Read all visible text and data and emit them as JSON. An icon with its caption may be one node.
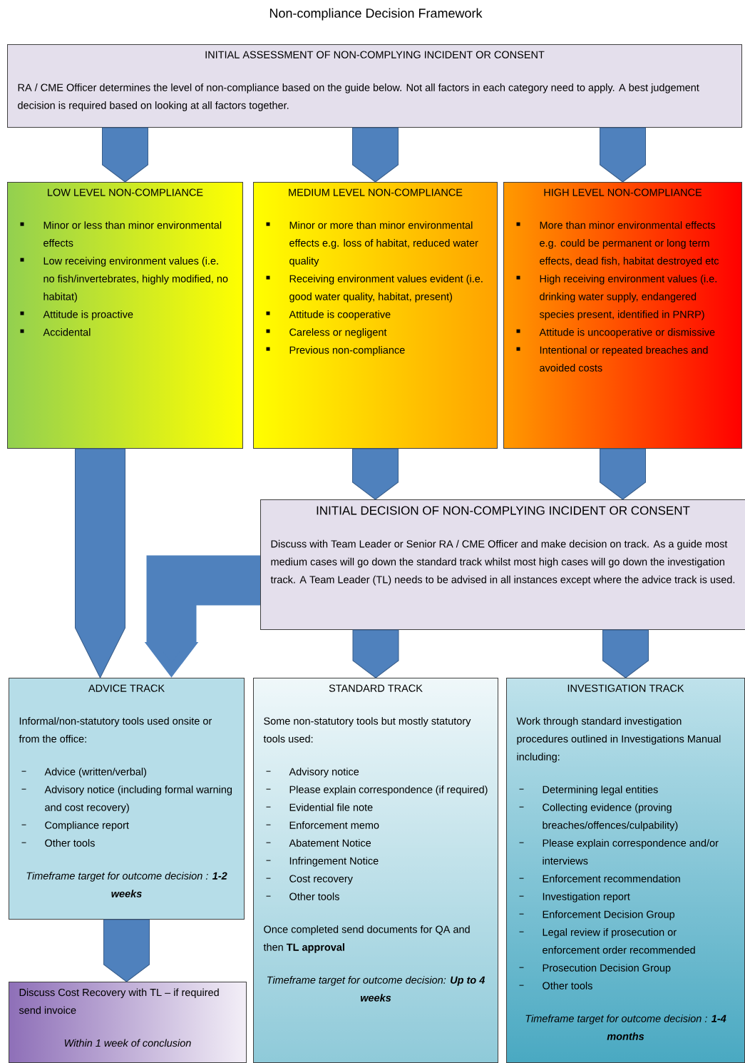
{
  "diagram": {
    "title": "Non-compliance Decision Framework",
    "nodes": [
      {
        "text": [
          "INITIAL ASSESSMENT OF NON-COMPLYING INCIDENT OR CONSENT",
          "RA / CME Officer determines the level of non-compliance based on the guide below. Not all factors in each category need to apply. A best judgement decision is required based on looking at all factors together."
        ]
      },
      {
        "text": [
          "LOW LEVEL NON-COMPLIANCE",
          "Minor or less than minor environmental effects",
          "Low receiving environment values (i.e. no fish/invertebrates, highly modified, no habitat)",
          "Attitude is proactive",
          "Accidental"
        ]
      },
      {
        "text": [
          "MEDIUM LEVEL NON-COMPLIANCE",
          "Minor or more than minor environmental effects e.g. loss of habitat, reduced water quality",
          "Receiving environment values evident (i.e. good water quality, habitat, present)",
          "Attitude is cooperative",
          "Careless or negligent",
          "Previous non-compliance"
        ]
      },
      {
        "text": [
          "HIGH LEVEL NON-COMPLIANCE",
          "More than minor environmental effects e.g. could be permanent or long term effects, dead fish, habitat destroyed etc",
          "High receiving environment values (i.e. drinking water supply, endangered species present, identified in PNRP)",
          "Attitude is uncooperative or dismissive",
          "Intentional or repeated breaches and avoided costs"
        ]
      },
      {
        "text": [
          "INITIAL DECISION OF NON-COMPLYING INCIDENT OR CONSENT",
          "Discuss with Team Leader or Senior RA / CME Officer and make decision on track. As a guide most medium cases will go down the standard track whilst most high cases will go down the investigation track. A Team Leader (TL) needs to be advised in all instances except where the advice track is used."
        ]
      },
      {
        "text": [
          "ADVICE TRACK",
          "Informal/non-statutory tools used onsite or from the office:",
          "Advice (written/verbal)",
          "Advisory notice (including formal warning and cost recovery)",
          "Compliance report",
          "Other tools",
          "Timeframe target for outcome decision : **1-2 weeks**"
        ]
      },
      {
        "text": [
          "Discuss Cost Recovery with TL – if required send invoice",
          "Within 1 week of conclusion"
        ]
      },
      {
        "text": [
          "STANDARD TRACK",
          "Some non-statutory tools but mostly statutory tools used:",
          "Advisory notice",
          "Please explain correspondence (if required)",
          "Evidential file note",
          "Enforcement memo",
          "Abatement Notice",
          "Infringement Notice",
          "Cost recovery",
          "Other tools",
          "Once completed send documents for QA and then **TL approval**",
          "Timeframe target for outcome decision: **Up to 4 weeks**"
        ]
      },
      {
        "text": [
          "INVESTIGATION TRACK",
          "Work through standard investigation procedures outlined in Investigations Manual including:",
          "Determining legal entities",
          "Collecting evidence (proving breaches/offences/culpability)",
          "Please explain correspondence and/or interviews",
          "Enforcement recommendation",
          "Investigation report",
          "Enforcement Decision Group",
          "Legal review if prosecution or enforcement order recommended",
          "Prosecution Decision Group",
          "Other tools",
          "Timeframe target for outcome decision : **1-4 months**"
        ]
      }
    ],
    "edges": [
      {
        "from": 0,
        "to": 1,
        "arrow": "to"
      },
      {
        "from": 0,
        "to": 2,
        "arrow": "to"
      },
      {
        "from": 0,
        "to": 3,
        "arrow": "to"
      },
      {
        "from": 2,
        "to": 4,
        "arrow": "to"
      },
      {
        "from": 3,
        "to": 4,
        "arrow": "to"
      },
      {
        "from": 1,
        "to": 5,
        "arrow": "to"
      },
      {
        "from": 4,
        "to": 5,
        "arrow": "to"
      },
      {
        "from": 4,
        "to": 7,
        "arrow": "to"
      },
      {
        "from": 4,
        "to": 8,
        "arrow": "to"
      },
      {
        "from": 5,
        "to": 6,
        "arrow": "to"
      }
    ]
  }
}
